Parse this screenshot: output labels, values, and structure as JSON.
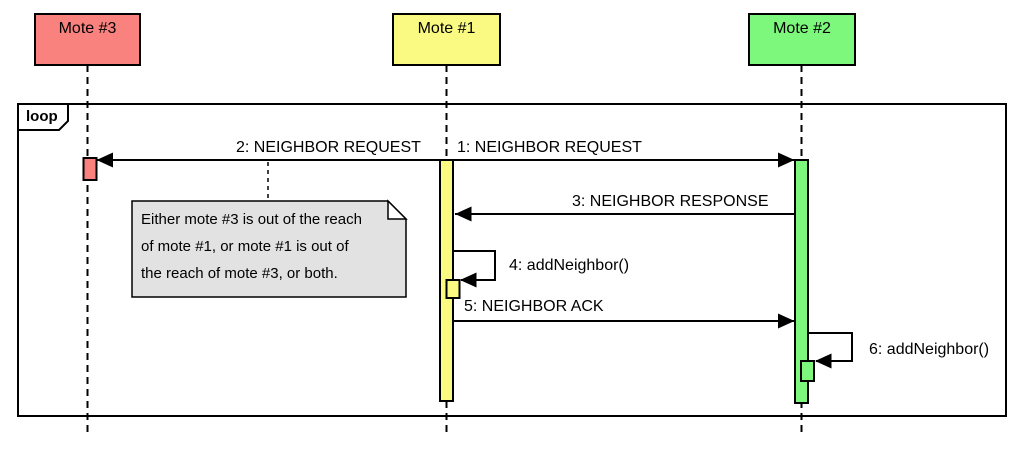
{
  "diagram_type": "uml-sequence-diagram",
  "frame": {
    "operator": "loop"
  },
  "lifelines": [
    {
      "name": "Mote #3",
      "color": "#f9827e"
    },
    {
      "name": "Mote #1",
      "color": "#fafa82"
    },
    {
      "name": "Mote #2",
      "color": "#7df87d"
    }
  ],
  "messages": [
    {
      "label": "1: NEIGHBOR REQUEST",
      "from": "Mote #1",
      "to": "Mote #2",
      "self_call": false
    },
    {
      "label": "2: NEIGHBOR REQUEST",
      "from": "Mote #1",
      "to": "Mote #3",
      "self_call": false
    },
    {
      "label": "3: NEIGHBOR RESPONSE",
      "from": "Mote #2",
      "to": "Mote #1",
      "self_call": false
    },
    {
      "label": "4: addNeighbor()",
      "from": "Mote #1",
      "to": "Mote #1",
      "self_call": true
    },
    {
      "label": "5: NEIGHBOR ACK",
      "from": "Mote #1",
      "to": "Mote #2",
      "self_call": false
    },
    {
      "label": "6: addNeighbor()",
      "from": "Mote #2",
      "to": "Mote #2",
      "self_call": true
    }
  ],
  "note": {
    "line1": "Either mote #3 is out of the reach",
    "line2": "of mote #1, or mote #1 is out of",
    "line3": "the reach of mote #3, or both.",
    "color": "#e2e2e2"
  },
  "line_color": "#000000"
}
